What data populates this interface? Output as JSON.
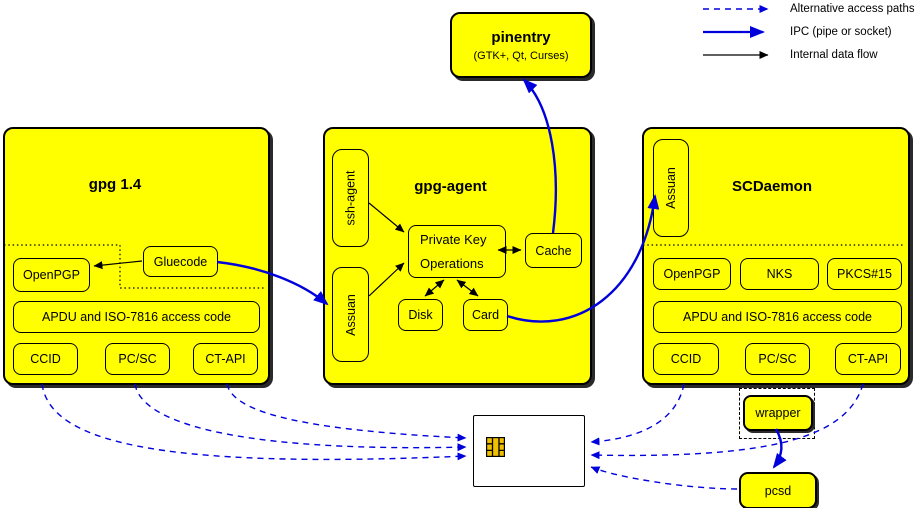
{
  "legend": {
    "items": [
      {
        "label": "Alternative access paths",
        "style": "dashed-blue-arrow"
      },
      {
        "label": "IPC (pipe or socket)",
        "style": "thick-blue-arrow"
      },
      {
        "label": "Internal data flow",
        "style": "thin-black-arrow"
      }
    ]
  },
  "pinentry": {
    "title": "pinentry",
    "subtitle": "(GTK+, Qt, Curses)"
  },
  "gpg14": {
    "title": "gpg 1.4",
    "openpgp": "OpenPGP",
    "gluecode": "Gluecode",
    "apdu": "APDU and ISO-7816 access code",
    "ccid": "CCID",
    "pcsc": "PC/SC",
    "ctapi": "CT-API"
  },
  "gpg_agent": {
    "title": "gpg-agent",
    "ssh_agent": "ssh-agent",
    "assuan": "Assuan",
    "private_key_ops_line1": "Private Key",
    "private_key_ops_line2": "Operations",
    "cache": "Cache",
    "disk": "Disk",
    "card": "Card"
  },
  "scdaemon": {
    "title": "SCDaemon",
    "assuan": "Assuan",
    "openpgp": "OpenPGP",
    "nks": "NKS",
    "pkcs15": "PKCS#15",
    "apdu": "APDU and ISO-7816 access code",
    "ccid": "CCID",
    "pcsc": "PC/SC",
    "ctapi": "CT-API"
  },
  "wrapper": {
    "label": "wrapper"
  },
  "pcsd": {
    "label": "pcsd"
  },
  "smartcard": {
    "icon": "chip-contact-icon"
  },
  "colors": {
    "node_fill": "#ffff00",
    "line_blue": "#0000dd",
    "line_black": "#000000",
    "chip_gold": "#f0c000",
    "card_bg": "#ffffff"
  }
}
